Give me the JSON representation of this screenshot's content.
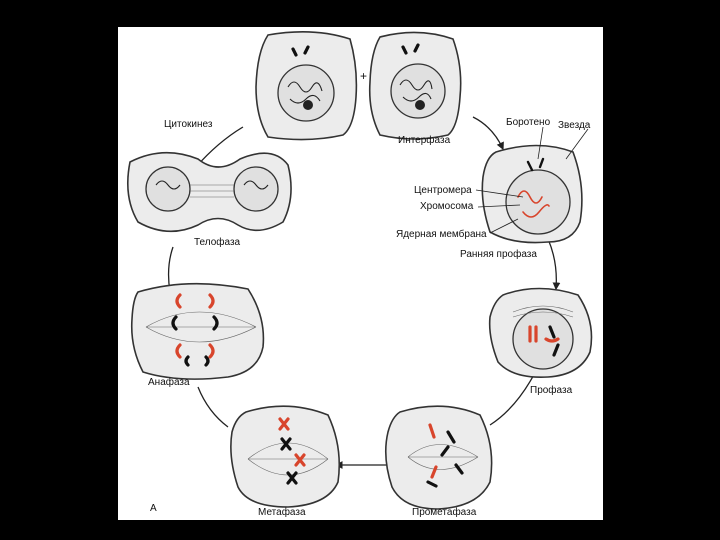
{
  "labels": {
    "cytokinesis": "Цитокинез",
    "interphase": "Интерфаза",
    "spindle": "Боротено",
    "star": "Звезда",
    "centromere": "Центромера",
    "chromosome": "Хромосома",
    "nuclear_membrane": "Ядерная мембрана",
    "early_prophase": "Ранняя профаза",
    "telophase": "Телофаза",
    "prophase": "Профаза",
    "anaphase": "Анафаза",
    "metaphase": "Метафаза",
    "prometaphase": "Прометафаза",
    "panel_letter": "А",
    "plus": "+"
  },
  "colors": {
    "background": "#000000",
    "panel": "#ffffff",
    "chromosome_red": "#d8452c",
    "chromosome_black": "#111111"
  }
}
